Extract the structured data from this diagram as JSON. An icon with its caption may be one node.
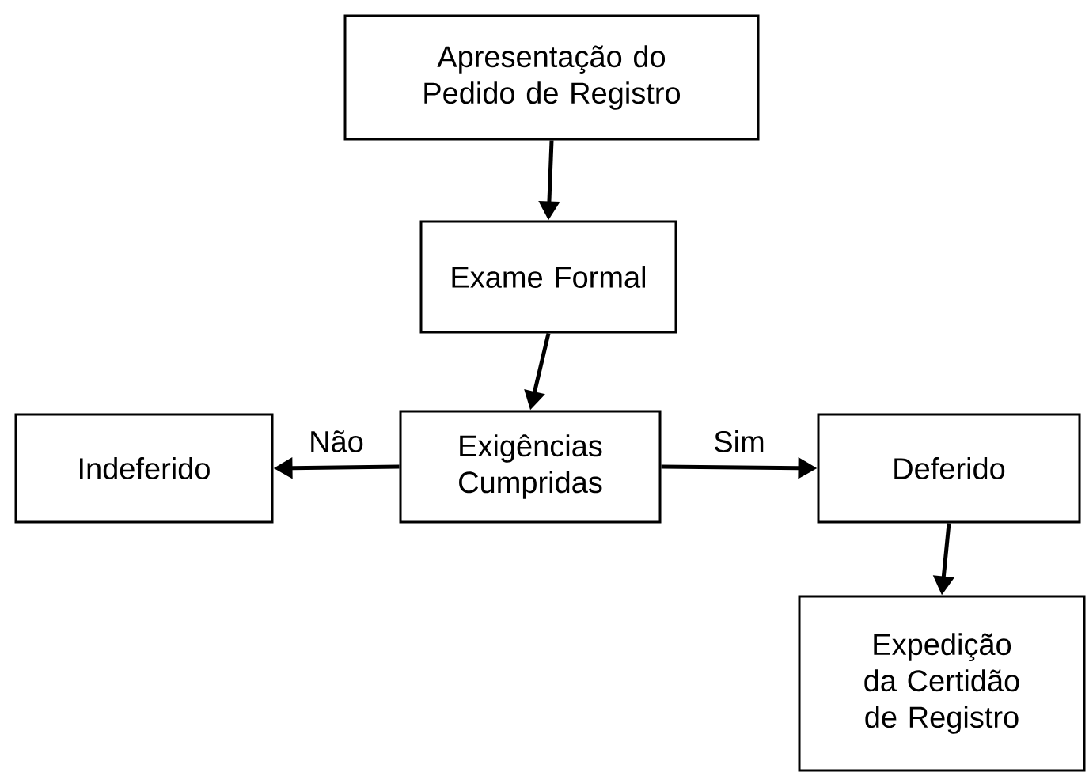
{
  "diagram": {
    "nodes": [
      {
        "text": [
          "Apresentação do Pedido de Registro"
        ]
      },
      {
        "text": [
          "Exame Formal"
        ]
      },
      {
        "text": [
          "Exigências Cumpridas"
        ]
      },
      {
        "text": [
          "Indeferido"
        ]
      },
      {
        "text": [
          "Deferido"
        ]
      },
      {
        "text": [
          "Expedição da Certidão de Registro"
        ]
      }
    ],
    "edges": [
      {
        "from": 0,
        "to": 1,
        "arrow": "to"
      },
      {
        "from": 1,
        "to": 2,
        "arrow": "to"
      },
      {
        "from": 2,
        "to": 3,
        "arrow": "to",
        "label": "Não"
      },
      {
        "from": 2,
        "to": 4,
        "arrow": "to",
        "label": "Sim"
      },
      {
        "from": 4,
        "to": 5,
        "arrow": "to"
      }
    ]
  }
}
